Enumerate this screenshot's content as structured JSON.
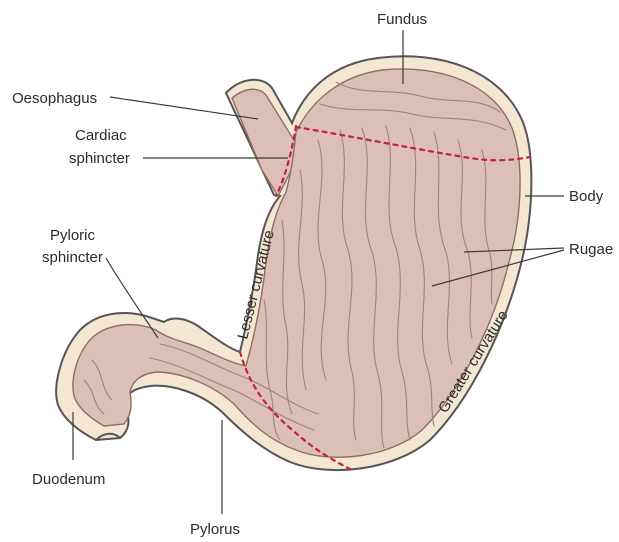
{
  "labels": {
    "fundus": "Fundus",
    "oesophagus": "Oesophagus",
    "cardiac_line1": "Cardiac",
    "cardiac_line2": "sphincter",
    "body": "Body",
    "rugae": "Rugae",
    "pyloric_line1": "Pyloric",
    "pyloric_line2": "sphincter",
    "lesser_curvature": "Lesser curvature",
    "greater_curvature": "Greater curvature",
    "duodenum": "Duodenum",
    "pylorus": "Pylorus"
  },
  "colors": {
    "wall": "#f3e7d2",
    "mucosa": "#dcbfb7",
    "dashed_region_boundary": "#c0243a",
    "label_text": "#2b2b2b"
  }
}
